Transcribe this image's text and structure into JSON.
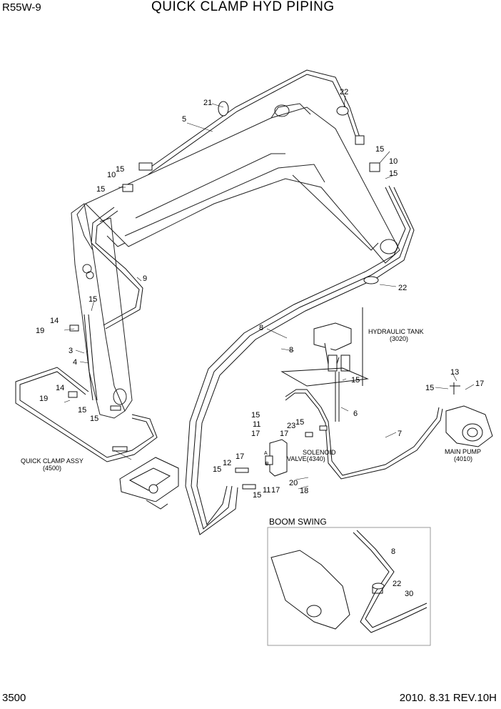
{
  "header": {
    "model": "R55W-9",
    "title": "QUICK CLAMP HYD PIPING"
  },
  "footer": {
    "page": "3500",
    "revision": "2010. 8.31  REV.10H"
  },
  "labels": {
    "hydraulic_tank": [
      "HYDRAULIC TANK",
      "(3020)"
    ],
    "solenoid_valve": [
      "SOLENOID",
      "VALVE(4340)"
    ],
    "main_pump": [
      "MAIN PUMP",
      "(4010)"
    ],
    "quick_clamp_assy": [
      "QUICK CLAMP ASSY",
      "(4500)"
    ],
    "boom_swing": "BOOM SWING",
    "port_a": "A",
    "port_b": "B"
  },
  "callouts": [
    {
      "n": "21"
    },
    {
      "n": "22"
    },
    {
      "n": "5"
    },
    {
      "n": "15"
    },
    {
      "n": "10"
    },
    {
      "n": "15"
    },
    {
      "n": "10"
    },
    {
      "n": "15"
    },
    {
      "n": "15"
    },
    {
      "n": "9"
    },
    {
      "n": "22"
    },
    {
      "n": "15"
    },
    {
      "n": "14"
    },
    {
      "n": "19"
    },
    {
      "n": "3"
    },
    {
      "n": "4"
    },
    {
      "n": "14"
    },
    {
      "n": "19"
    },
    {
      "n": "15"
    },
    {
      "n": "15"
    },
    {
      "n": "8"
    },
    {
      "n": "8"
    },
    {
      "n": "15"
    },
    {
      "n": "6"
    },
    {
      "n": "13"
    },
    {
      "n": "15"
    },
    {
      "n": "17"
    },
    {
      "n": "15"
    },
    {
      "n": "11"
    },
    {
      "n": "17"
    },
    {
      "n": "23"
    },
    {
      "n": "15"
    },
    {
      "n": "17"
    },
    {
      "n": "7"
    },
    {
      "n": "12"
    },
    {
      "n": "17"
    },
    {
      "n": "15"
    },
    {
      "n": "20"
    },
    {
      "n": "18"
    },
    {
      "n": "15"
    },
    {
      "n": "11"
    },
    {
      "n": "17"
    },
    {
      "n": "8"
    },
    {
      "n": "22"
    },
    {
      "n": "30"
    }
  ]
}
